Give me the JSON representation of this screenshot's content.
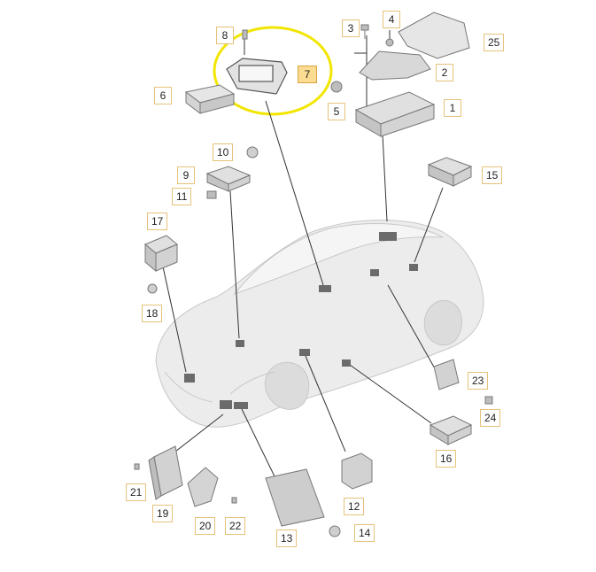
{
  "diagram": {
    "parts": [
      {
        "id": "1",
        "label": "1"
      },
      {
        "id": "2",
        "label": "2"
      },
      {
        "id": "3",
        "label": "3"
      },
      {
        "id": "4",
        "label": "4"
      },
      {
        "id": "5",
        "label": "5"
      },
      {
        "id": "6",
        "label": "6"
      },
      {
        "id": "7",
        "label": "7",
        "highlighted": true
      },
      {
        "id": "8",
        "label": "8"
      },
      {
        "id": "9",
        "label": "9"
      },
      {
        "id": "10",
        "label": "10"
      },
      {
        "id": "11",
        "label": "11"
      },
      {
        "id": "12",
        "label": "12"
      },
      {
        "id": "13",
        "label": "13"
      },
      {
        "id": "14",
        "label": "14"
      },
      {
        "id": "15",
        "label": "15"
      },
      {
        "id": "16",
        "label": "16"
      },
      {
        "id": "17",
        "label": "17"
      },
      {
        "id": "18",
        "label": "18"
      },
      {
        "id": "19",
        "label": "19"
      },
      {
        "id": "20",
        "label": "20"
      },
      {
        "id": "21",
        "label": "21"
      },
      {
        "id": "22",
        "label": "22"
      },
      {
        "id": "23",
        "label": "23"
      },
      {
        "id": "24",
        "label": "24"
      },
      {
        "id": "25",
        "label": "25"
      }
    ],
    "colors": {
      "callout_border": "#e6c27a",
      "callout_highlight": "#fbdc91",
      "highlight_ring": "#f2e600",
      "car_body": "#ececec",
      "part_fill": "#d4d4d4",
      "leader_line": "#333333"
    }
  }
}
